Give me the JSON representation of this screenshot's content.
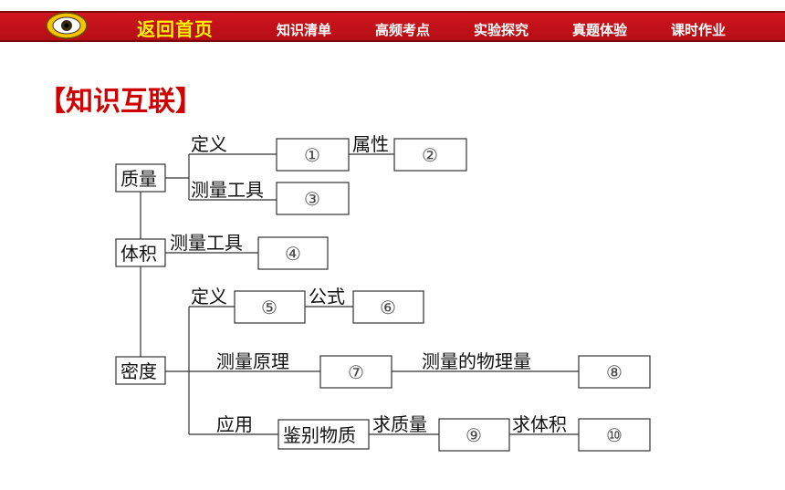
{
  "nav": {
    "home": "返回首页",
    "items": [
      "知识清单",
      "高频考点",
      "实验探究",
      "真题体验",
      "课时作业"
    ]
  },
  "section_title": "【知识互联】",
  "diagram": {
    "mass": "质量",
    "volume": "体积",
    "density": "密度",
    "mass_definition": "定义",
    "mass_property": "属性",
    "mass_tool": "测量工具",
    "volume_tool": "测量工具",
    "density_definition": "定义",
    "density_formula": "公式",
    "density_principle": "测量原理",
    "density_quantities": "测量的物理量",
    "density_application": "应用",
    "identify_substance": "鉴别物质",
    "find_mass": "求质量",
    "find_volume": "求体积",
    "blanks": [
      "①",
      "②",
      "③",
      "④",
      "⑤",
      "⑥",
      "⑦",
      "⑧",
      "⑨",
      "⑩"
    ]
  },
  "colors": {
    "nav_bg": "#c8121a",
    "home_text": "#fff200",
    "title": "#d00000"
  }
}
